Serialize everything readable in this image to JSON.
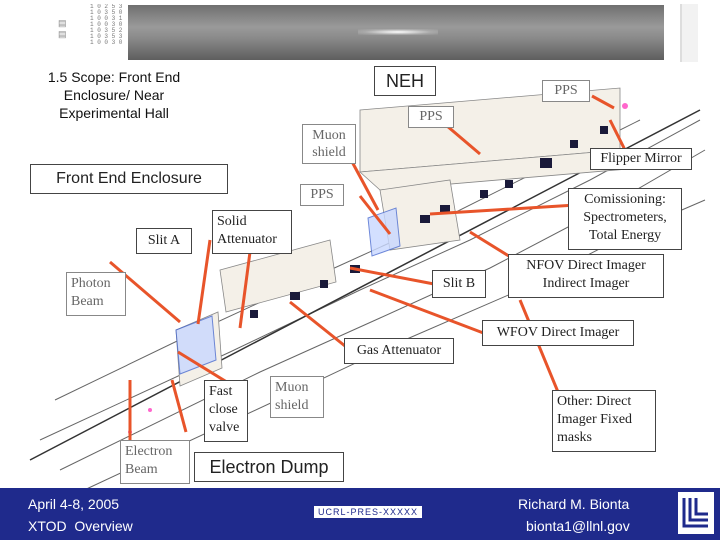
{
  "header": {
    "number_column": "1 0 2 5 3 1 0 1\n1 0 3 5 0 3 0 1\n1 0 0 3 1 0 1 0\n1 0 0 3 0 5 0 0\n1 0 3 5 2 0 5 0\n1 0 3 5 3 0 5 0\n1 0 0 3 0 0 0 0"
  },
  "title": "1.5 Scope: Front End Enclosure/ Near Experimental Hall",
  "labels": {
    "neh": "NEH",
    "pps_top_right": "PPS",
    "pps_mid": "PPS",
    "pps_lower": "PPS",
    "muon_shield_top": "Muon shield",
    "flipper_mirror": "Flipper Mirror",
    "front_end_enclosure": "Front End Enclosure",
    "commissioning": "Comissioning: Spectrometers, Total Energy",
    "slit_a": "Slit A",
    "solid_attenuator": "Solid Attenuator",
    "nfov": "NFOV Direct Imager Indirect Imager",
    "photon_beam": "Photon Beam",
    "slit_b": "Slit B",
    "wfov": "WFOV Direct Imager",
    "gas_attenuator": "Gas Attenuator",
    "fast_close_valve": "Fast close valve",
    "muon_shield_bottom": "Muon shield",
    "other": "Other: Direct Imager Fixed masks",
    "electron_beam": "Electron Beam",
    "electron_dump": "Electron Dump"
  },
  "footer": {
    "date": "April 4-8, 2005",
    "event": "XTOD  Overview",
    "code": "UCRL-PRES-XXXXX",
    "author": "Richard M. Bionta",
    "email": "bionta1@llnl.gov"
  },
  "colors": {
    "arrow": "#e8542a",
    "footer_blue": "#1f2a8c",
    "enclosure_line": "#666666",
    "beamline": "#333333"
  }
}
